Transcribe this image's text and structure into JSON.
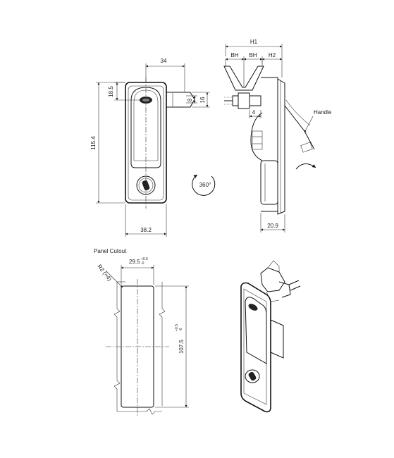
{
  "dimensions": {
    "width_34": "34",
    "height_18_5": "18.5",
    "height_8": "8",
    "height_16": "16",
    "height_115_4": "115.4",
    "width_38_2": "38.2",
    "h1": "H1",
    "bh_left": "BH",
    "bh_right": "BH",
    "h2": "H2",
    "depth_4": "4",
    "depth_20_9": "20.9",
    "cutout_width": "29.5",
    "cutout_width_tol": "+0.5",
    "cutout_width_tol_low": "-0",
    "cutout_height": "107.5",
    "cutout_height_tol": "+0.5",
    "cutout_height_tol_low": "-0",
    "radius": "R2 (×4)"
  },
  "labels": {
    "handle": "Handle",
    "rotation": "360°",
    "panel_cutout": "Panel Cutout"
  }
}
